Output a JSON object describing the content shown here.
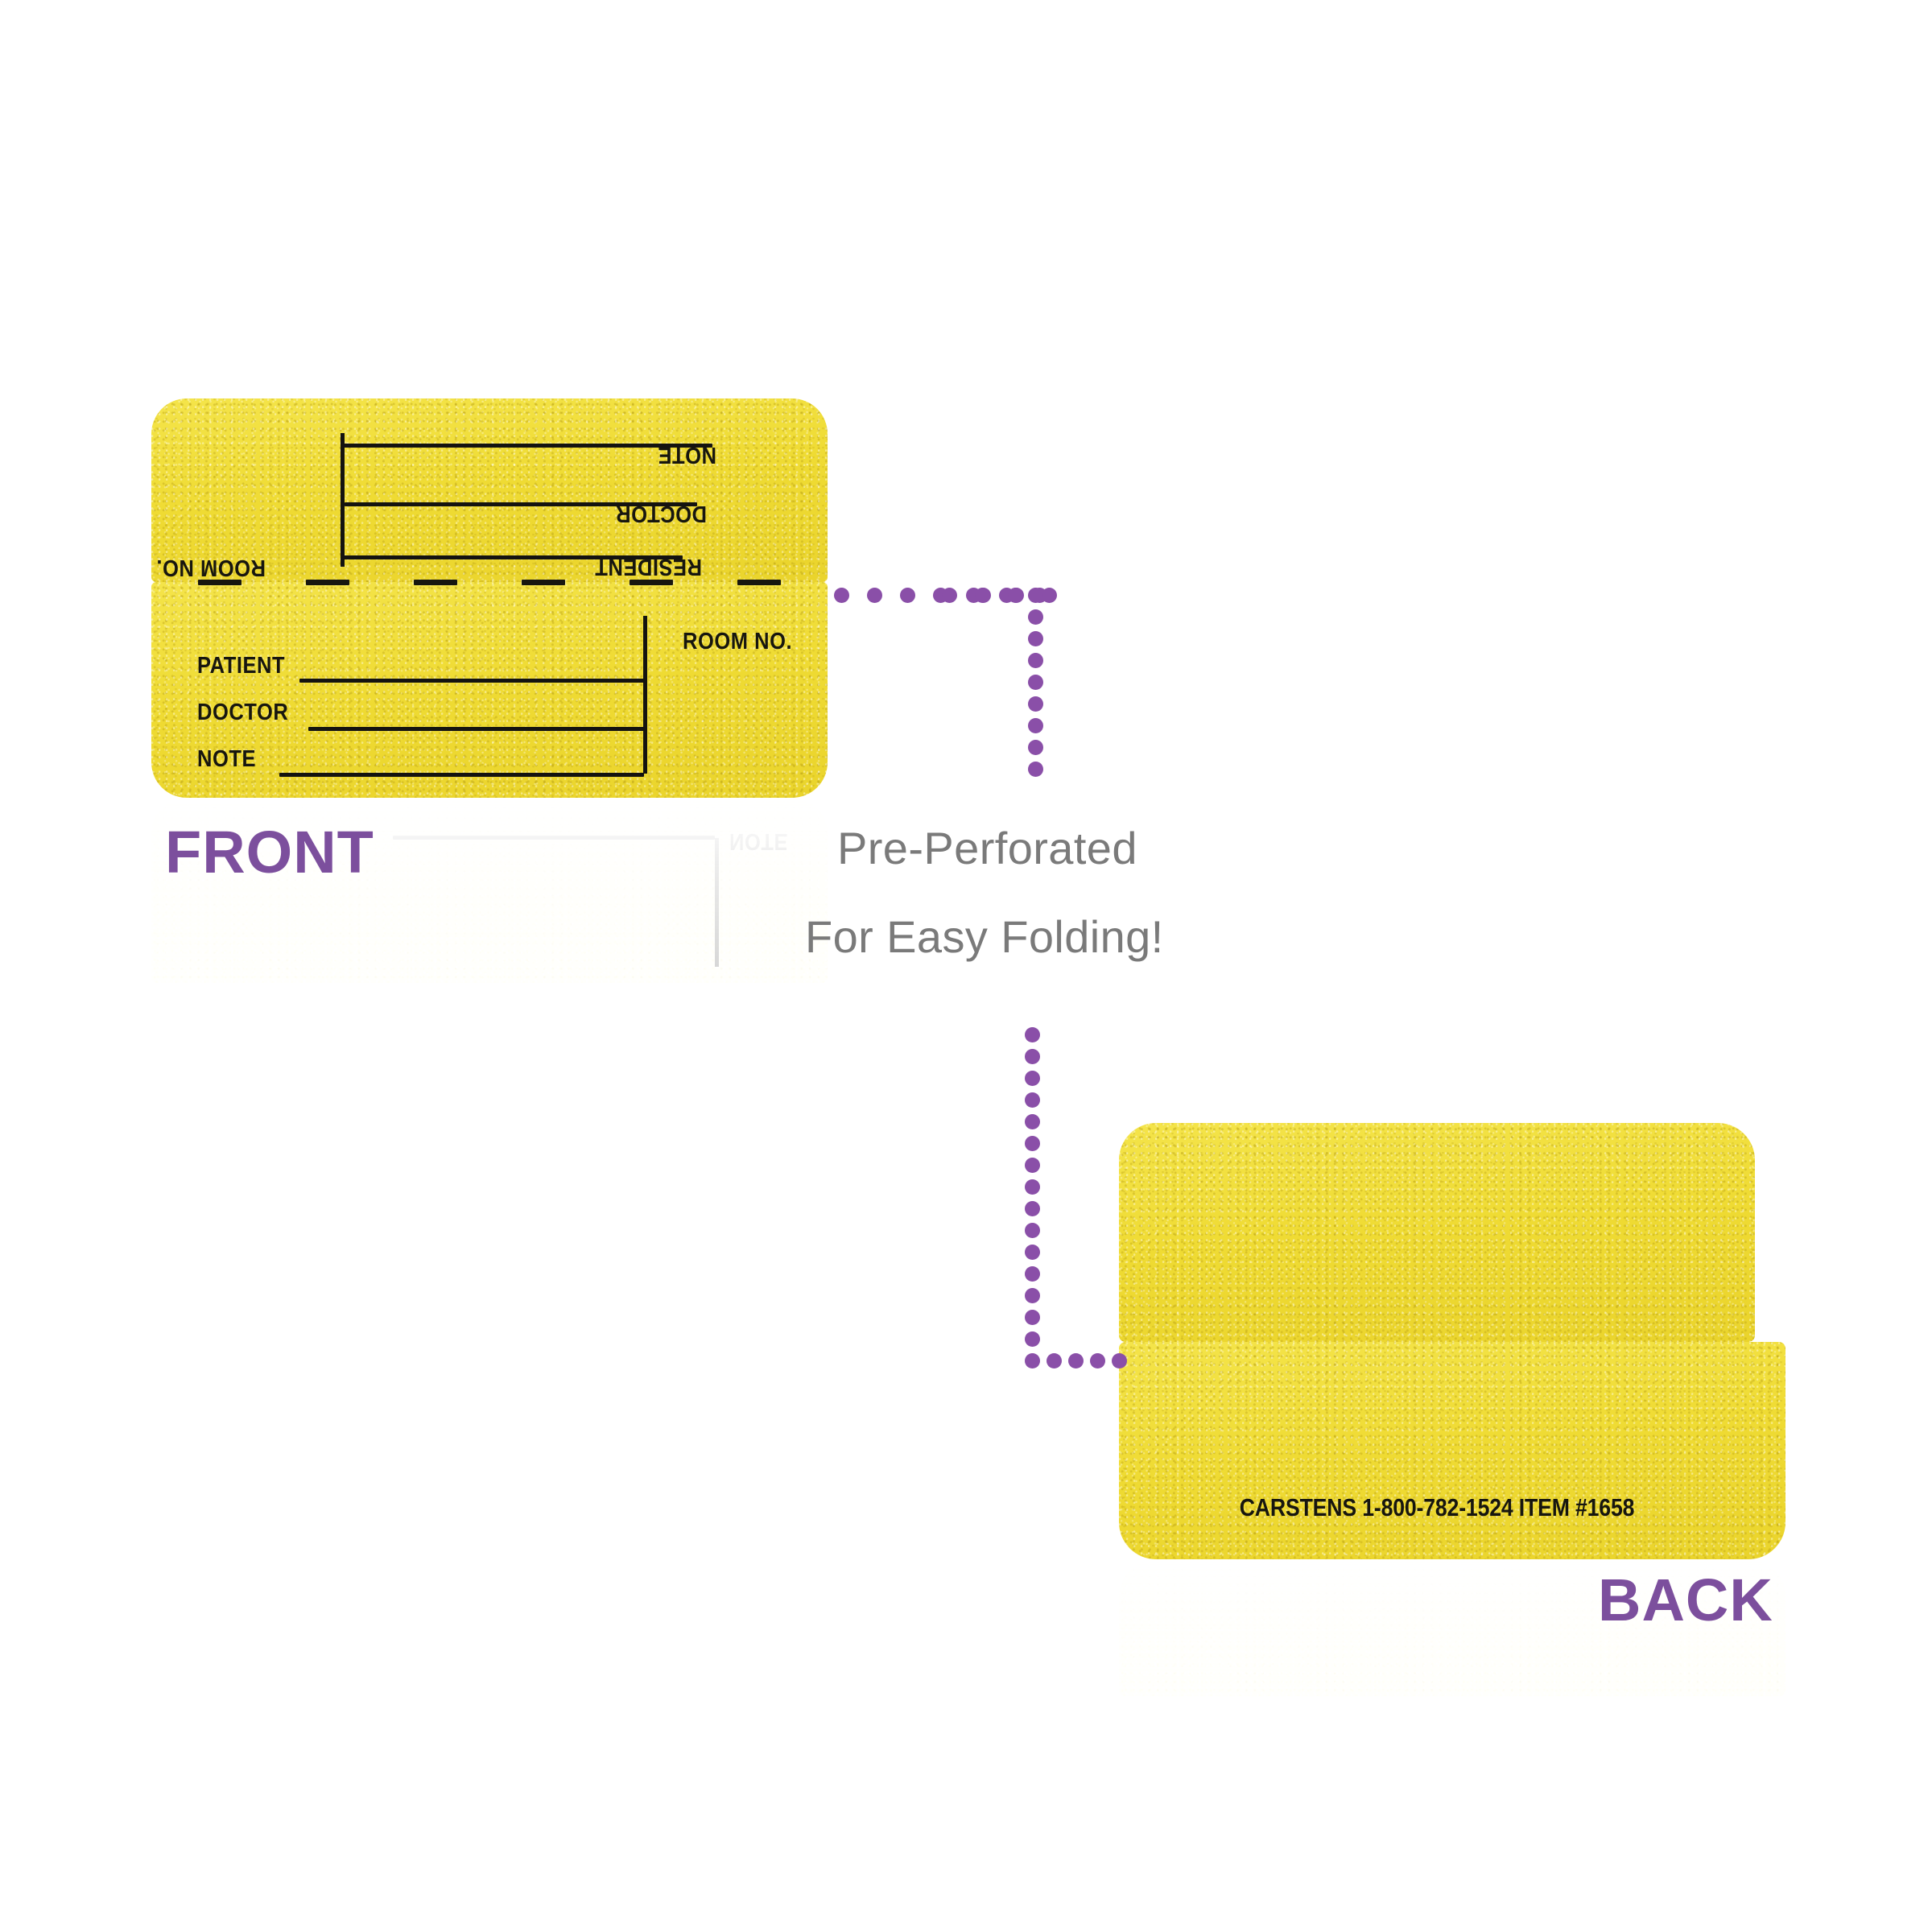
{
  "page": {
    "background_color": "#ffffff",
    "label_color": "#f0dd3a",
    "accent_purple": "#7c4f9d",
    "dot_purple": "#8a4fa8",
    "caption_gray": "#7a7a7a",
    "ink_color": "#17160f"
  },
  "front": {
    "caption": "FRONT",
    "top_panel": {
      "orientation": "rotated-180",
      "fields": [
        {
          "name": "room-no",
          "label": "ROOM NO."
        },
        {
          "name": "resident",
          "label": "RESIDENT"
        },
        {
          "name": "doctor",
          "label": "DOCTOR"
        },
        {
          "name": "note",
          "label": "NOTE"
        }
      ]
    },
    "bottom_panel": {
      "orientation": "upright",
      "fields": [
        {
          "name": "patient",
          "label": "PATIENT"
        },
        {
          "name": "doctor",
          "label": "DOCTOR"
        },
        {
          "name": "note",
          "label": "NOTE"
        },
        {
          "name": "room-no",
          "label": "ROOM NO."
        }
      ]
    },
    "perforation_dash_count": 6
  },
  "back": {
    "caption": "BACK",
    "imprint": "CARSTENS 1-800-782-1524 ITEM #1658",
    "imprint_parts": {
      "brand": "CARSTENS",
      "phone": "1-800-782-1524",
      "item": "ITEM #1658"
    }
  },
  "annotation": {
    "line_1": "Pre-Perforated",
    "line_2": "For Easy Folding!"
  }
}
